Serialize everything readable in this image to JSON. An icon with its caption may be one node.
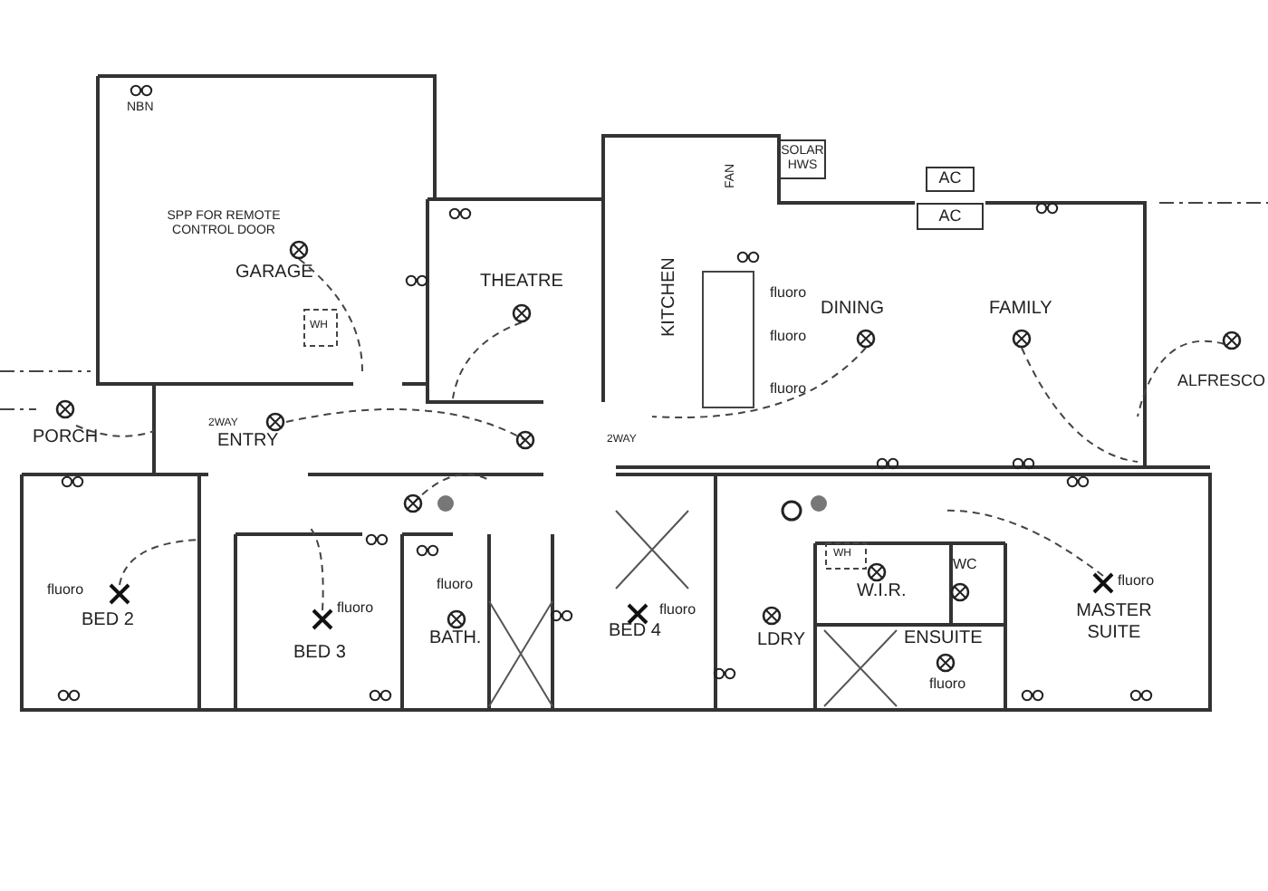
{
  "diagram": {
    "nodes": [
      {
        "text": [
          "SOLAR HWS"
        ]
      },
      {
        "text": [
          "AC"
        ]
      },
      {
        "text": [
          "AC"
        ]
      }
    ],
    "labels": [
      "NBN",
      "SPP FOR REMOTE CONTROL DOOR",
      "GARAGE",
      "THEATRE",
      "FAN",
      "fluoro",
      "KITCHEN",
      "DINING",
      "FAMILY",
      "fluoro",
      "fluoro",
      "WH",
      "ALFRESCO",
      "PORCH",
      "2WAY",
      "ENTRY",
      "2WAY",
      "fluoro",
      "BED 2",
      "fluoro",
      "BED 3",
      "fluoro",
      "BATH.",
      "BED 4",
      "fluoro",
      "LDRY",
      "WH",
      "W.I.R.",
      "WC",
      "fluoro",
      "MASTER SUITE",
      "ENSUITE",
      "fluoro"
    ]
  }
}
